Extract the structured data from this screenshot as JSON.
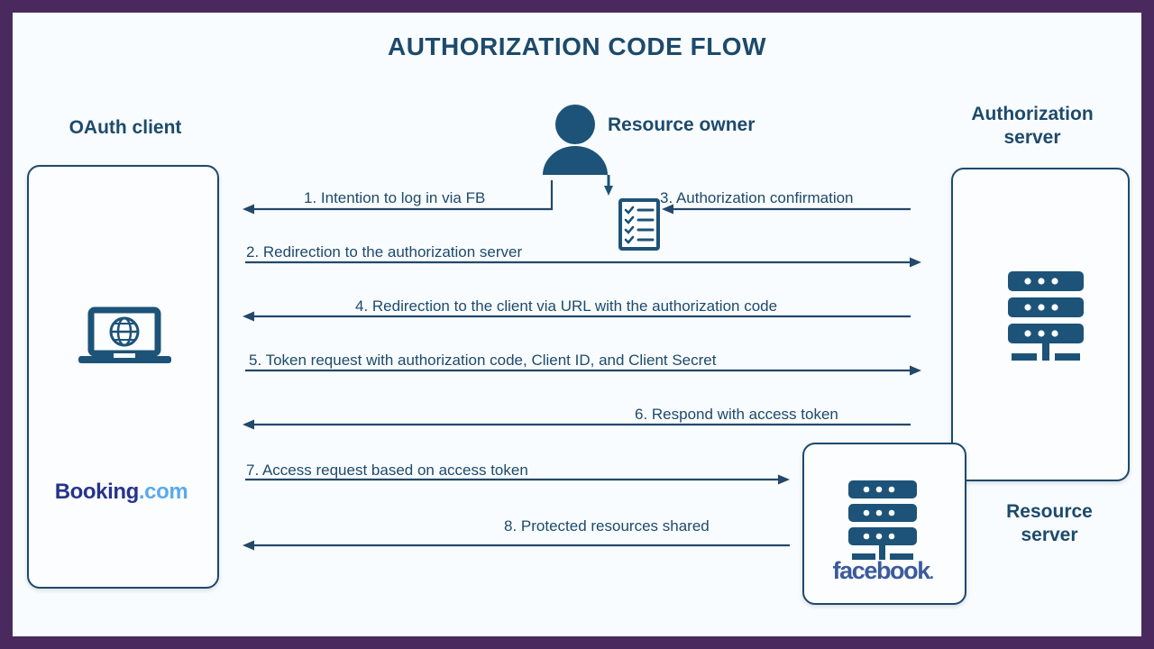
{
  "page": {
    "title": "AUTHORIZATION CODE FLOW",
    "border_color": "#4a2a5e",
    "canvas_color": "#f9fcfe",
    "accent_color": "#1d4a6b"
  },
  "actors": {
    "oauth_client": {
      "label": "OAuth client",
      "icon": "laptop-globe-icon",
      "logo_primary": "Booking",
      "logo_secondary": ".com",
      "logo_primary_color": "#27348b",
      "logo_secondary_color": "#59aaee"
    },
    "resource_owner": {
      "label": "Resource owner",
      "icon": "person-icon",
      "secondary_icon": "checklist-icon"
    },
    "authorization_server": {
      "label": "Authorization\nserver",
      "label_line1": "Authorization",
      "label_line2": "server",
      "icon": "server-icon"
    },
    "resource_server": {
      "label_line1": "Resource",
      "label_line2": "server",
      "icon": "server-icon",
      "logo": "facebook",
      "logo_color": "#3b5a9b"
    }
  },
  "steps": [
    {
      "n": "1",
      "label": "1. Intention to log in via FB",
      "direction": "right-to-left",
      "from": "resource-owner",
      "to": "oauth-client"
    },
    {
      "n": "2",
      "label": "2. Redirection to the authorization server",
      "direction": "left-to-right",
      "from": "oauth-client",
      "to": "authorization-server"
    },
    {
      "n": "3",
      "label": "3. Authorization confirmation",
      "direction": "right-to-left",
      "from": "authorization-server",
      "to": "resource-owner"
    },
    {
      "n": "4",
      "label": "4. Redirection to the client via URL with the authorization code",
      "direction": "right-to-left",
      "from": "authorization-server",
      "to": "oauth-client"
    },
    {
      "n": "5",
      "label": "5. Token request with authorization code, Client ID, and Client Secret",
      "direction": "left-to-right",
      "from": "oauth-client",
      "to": "authorization-server"
    },
    {
      "n": "6",
      "label": "6. Respond with access token",
      "direction": "right-to-left",
      "from": "authorization-server",
      "to": "oauth-client"
    },
    {
      "n": "7",
      "label": "7. Access request based on access token",
      "direction": "left-to-right",
      "from": "oauth-client",
      "to": "resource-server"
    },
    {
      "n": "8",
      "label": "8. Protected resources shared",
      "direction": "right-to-left",
      "from": "resource-server",
      "to": "oauth-client"
    }
  ]
}
